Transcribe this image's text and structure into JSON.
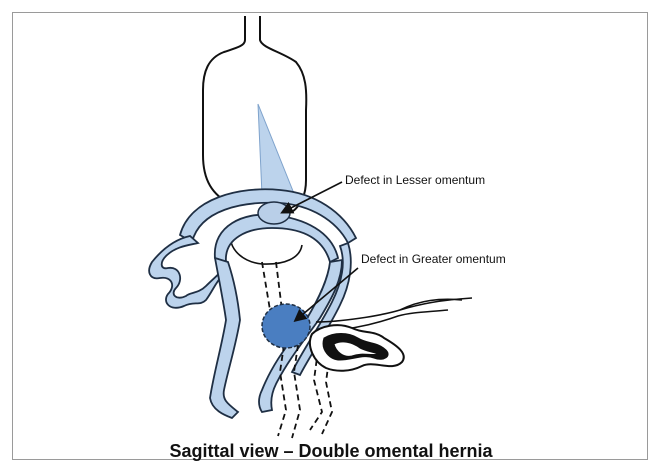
{
  "labels": {
    "lesser_defect": "Defect in Lesser omentum",
    "greater_defect": "Defect in Greater omentum"
  },
  "caption": "Sagittal view – Double omental hernia",
  "colors": {
    "omentum_fill": "#bcd3ec",
    "omentum_stroke": "#1f2f44",
    "lesser_defect_fill": "#b9cfe8",
    "greater_defect_fill": "#4a7ec1",
    "outline": "#111111"
  }
}
